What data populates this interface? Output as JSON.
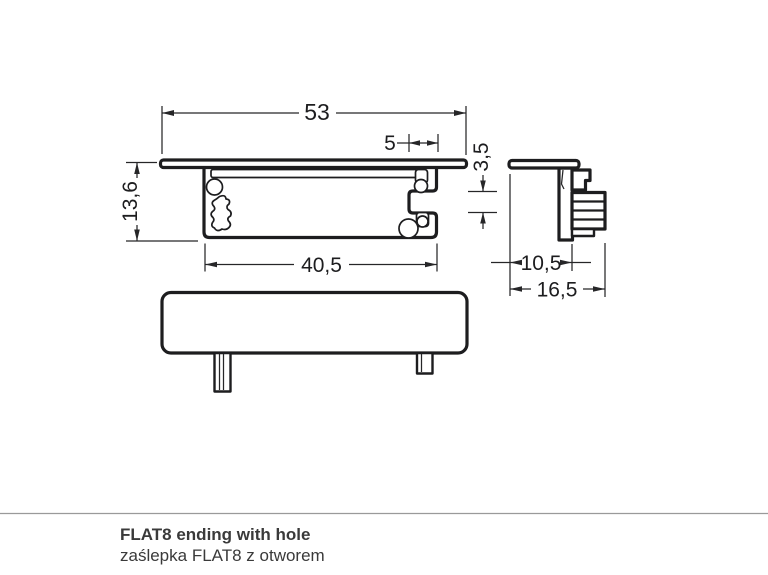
{
  "drawing": {
    "dimensions": {
      "overall_width": "53",
      "notch_depth": "5",
      "notch_height": "3,5",
      "overall_height": "13,6",
      "body_width": "40,5",
      "side_inner_depth": "10,5",
      "side_overall_depth": "16,5"
    }
  },
  "caption": {
    "title": "FLAT8 ending with hole",
    "subtitle": "zaślepka FLAT8 z otworem"
  }
}
